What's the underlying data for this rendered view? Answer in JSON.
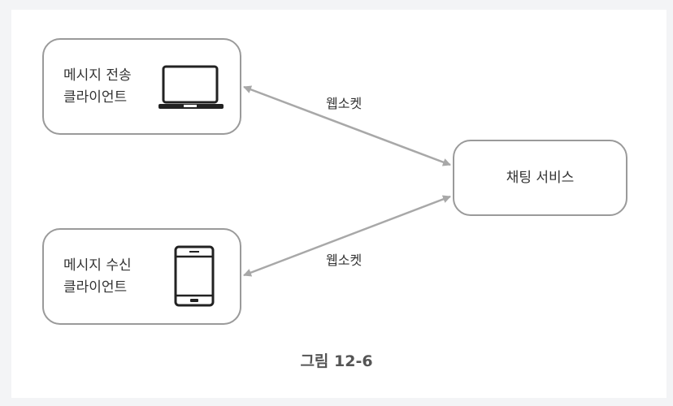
{
  "nodes": {
    "sender": {
      "line1": "메시지 전송",
      "line2": "클라이언트",
      "icon": "laptop-icon"
    },
    "receiver": {
      "line1": "메시지 수신",
      "line2": "클라이언트",
      "icon": "tablet-icon"
    },
    "service": {
      "label": "채팅 서비스"
    }
  },
  "edges": {
    "top_label": "웹소켓",
    "bottom_label": "웹소켓"
  },
  "caption": "그림 12-6",
  "colors": {
    "background": "#f3f4f6",
    "node_border": "#9a9a9a",
    "arrow": "#a8a8a8",
    "text": "#333333"
  }
}
